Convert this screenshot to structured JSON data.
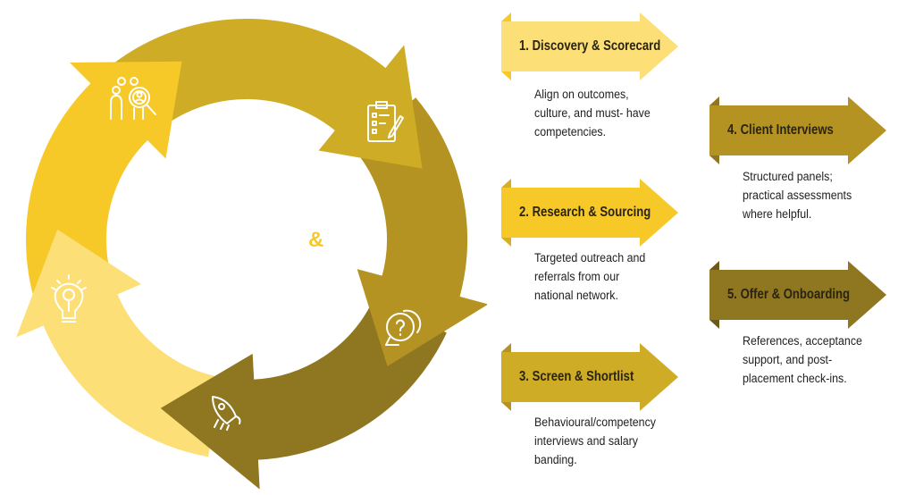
{
  "center_symbol": "&",
  "colors": {
    "light": "#FDDF78",
    "yellow": "#F7C928",
    "gold": "#CFAC25",
    "dark_gold": "#B49322",
    "darkest": "#8F7620"
  },
  "cycle_icons": [
    "people-search-icon",
    "clipboard-checklist-icon",
    "question-chat-icon",
    "rocket-icon",
    "lightbulb-icon"
  ],
  "steps": [
    {
      "label": "1. Discovery & Scorecard",
      "desc": [
        "Align on outcomes,",
        "culture, and must- have",
        "competencies."
      ]
    },
    {
      "label": "2. Research & Sourcing",
      "desc": [
        "Targeted outreach and",
        "referrals from our",
        "national network."
      ]
    },
    {
      "label": "3. Screen & Shortlist",
      "desc": [
        "Behavioural/competency",
        "interviews and salary",
        "banding."
      ]
    },
    {
      "label": "4. Client Interviews",
      "desc": [
        "Structured panels;",
        "practical assessments",
        "where helpful."
      ]
    },
    {
      "label": "5. Offer & Onboarding",
      "desc": [
        "References, acceptance",
        "support, and post-",
        "placement check-ins."
      ]
    }
  ]
}
